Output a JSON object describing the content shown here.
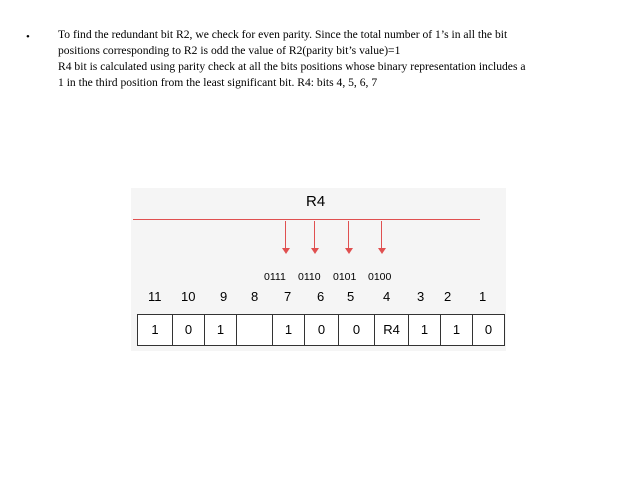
{
  "bullet": {
    "symbol": "•",
    "lines": [
      "To find the redundant bit R2, we check for even parity. Since the total number of 1’s in all the bit",
      "positions corresponding to R2 is odd the value of R2(parity bit’s value)=1",
      "R4 bit is calculated using parity check at all the bits positions whose binary representation includes a",
      "1 in the third position from the least significant bit. R4: bits 4, 5, 6, 7"
    ]
  },
  "figure": {
    "title": "R4",
    "binary_labels": [
      "0111",
      "0110",
      "0101",
      "0100"
    ],
    "positions": [
      "11",
      "10",
      "9",
      "8",
      "7",
      "6",
      "5",
      "4",
      "3",
      "2",
      "1"
    ],
    "cells": [
      "1",
      "0",
      "1",
      "",
      "1",
      "0",
      "0",
      "R4",
      "1",
      "1",
      "0"
    ],
    "accent_color": "#e05050"
  }
}
